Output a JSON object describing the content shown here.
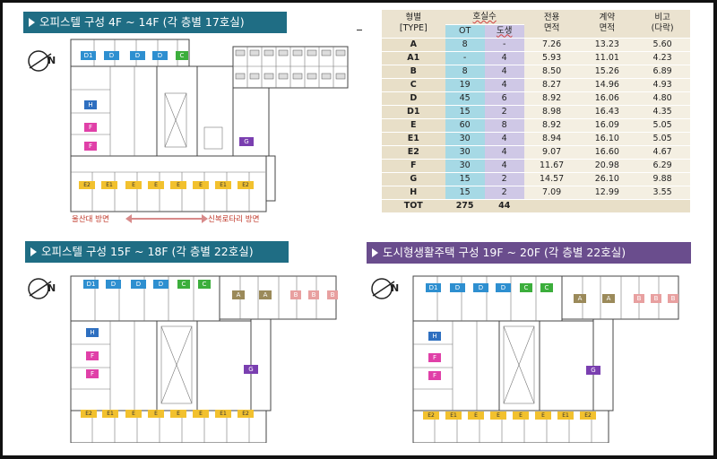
{
  "banners": {
    "plan1": "오피스텔 구성 4F ~ 14F (각 층별 17호실)",
    "plan2": "오피스텔 구성 15F ~ 18F (각 층별 22호실)",
    "plan3": "도시형생활주택 구성 19F ~ 20F (각 층별 22호실)"
  },
  "directions": {
    "left": "울산대 방면",
    "right": "신복로타리 방면"
  },
  "colors": {
    "teal_banner": "#1f6d84",
    "purple_banner": "#6a4d8d",
    "unit_D": "#2e8fd0",
    "unit_C": "#3cae3c",
    "unit_H": "#2e6fc0",
    "unit_F": "#e040a8",
    "unit_G": "#7a3fb0",
    "unit_E": "#f2c12e",
    "unit_A": "#9b8a5a",
    "unit_B": "#e8a0a0"
  },
  "table": {
    "headers": {
      "type": "형별",
      "type_sub": "[TYPE]",
      "rooms": "호실수",
      "ot": "OT",
      "dosaeng": "도생",
      "use_area1": "전용",
      "use_area2": "면적",
      "contract_area1": "계약",
      "contract_area2": "면적",
      "ratio1": "비고",
      "ratio2": "(다락)"
    },
    "rows": [
      {
        "type": "A",
        "ot": "8",
        "ds": "-",
        "use": "7.26",
        "contract": "13.23",
        "note": "5.60"
      },
      {
        "type": "A1",
        "ot": "-",
        "ds": "4",
        "use": "5.93",
        "contract": "11.01",
        "note": "4.23"
      },
      {
        "type": "B",
        "ot": "8",
        "ds": "4",
        "use": "8.50",
        "contract": "15.26",
        "note": "6.89"
      },
      {
        "type": "C",
        "ot": "19",
        "ds": "4",
        "use": "8.27",
        "contract": "14.96",
        "note": "4.93"
      },
      {
        "type": "D",
        "ot": "45",
        "ds": "6",
        "use": "8.92",
        "contract": "16.06",
        "note": "4.80"
      },
      {
        "type": "D1",
        "ot": "15",
        "ds": "2",
        "use": "8.98",
        "contract": "16.43",
        "note": "4.35"
      },
      {
        "type": "E",
        "ot": "60",
        "ds": "8",
        "use": "8.92",
        "contract": "16.09",
        "note": "5.05"
      },
      {
        "type": "E1",
        "ot": "30",
        "ds": "4",
        "use": "8.94",
        "contract": "16.10",
        "note": "5.05"
      },
      {
        "type": "E2",
        "ot": "30",
        "ds": "4",
        "use": "9.07",
        "contract": "16.60",
        "note": "4.67"
      },
      {
        "type": "F",
        "ot": "30",
        "ds": "4",
        "use": "11.67",
        "contract": "20.98",
        "note": "6.29"
      },
      {
        "type": "G",
        "ot": "15",
        "ds": "2",
        "use": "14.57",
        "contract": "26.10",
        "note": "9.88"
      },
      {
        "type": "H",
        "ot": "15",
        "ds": "2",
        "use": "7.09",
        "contract": "12.99",
        "note": "3.55"
      }
    ],
    "total": {
      "label": "TOT",
      "ot": "275",
      "ds": "44"
    }
  },
  "unit_labels": {
    "d1": "D1",
    "d": "D",
    "c": "C",
    "h": "H",
    "f": "F",
    "g": "G",
    "e": "E",
    "e1": "E1",
    "e2": "E2",
    "a": "A",
    "b": "B"
  }
}
